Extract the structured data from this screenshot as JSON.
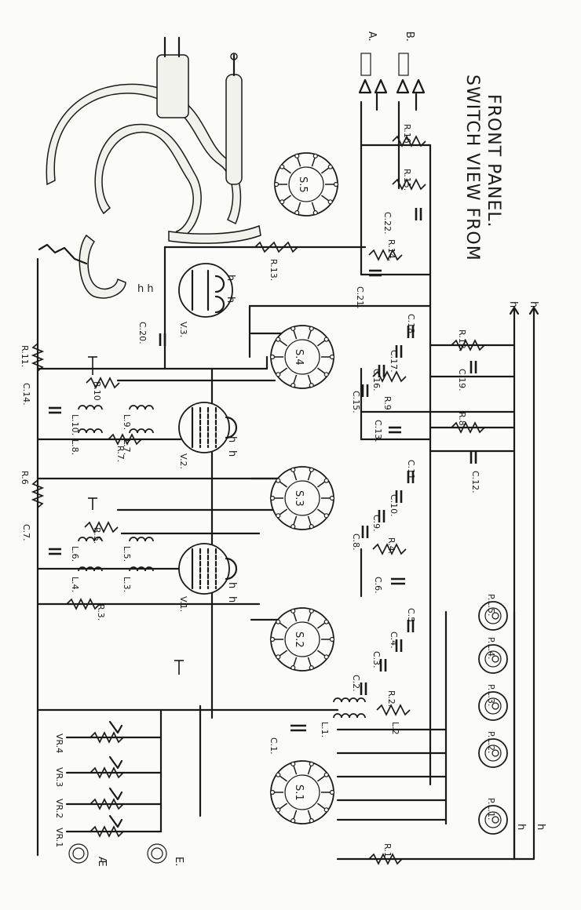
{
  "diagram": {
    "caption": [
      "SWITCH VIEW FROM",
      "FRONT PANEL."
    ],
    "terminals": {
      "aerial": "Æ",
      "earth": "E.",
      "out_a": "A.",
      "out_b": "B.",
      "heater_a": "h",
      "heater_b": "h"
    },
    "switches": [
      "S.1",
      "S.2",
      "S.3",
      "S.4",
      "S.5"
    ],
    "valves": [
      "V.1.",
      "V.2.",
      "V.3."
    ],
    "variable_resistors": [
      "VR.1",
      "VR.2",
      "VR.3",
      "VR.4"
    ],
    "resistors": [
      "R.1.",
      "R.2.",
      "R.3.",
      "R.4.",
      "R.5.",
      "R.6",
      "R.7.",
      "R.8.",
      "R.9.",
      "R.10",
      "R.11.",
      "R.12.",
      "R.13.",
      "R.14.",
      "R.15.",
      "R.16."
    ],
    "capacitors": [
      "C.1.",
      "C.2.",
      "C.3.",
      "C.4.",
      "C.5.",
      "C.6.",
      "C.7.",
      "C.8.",
      "C.9.",
      "C.10.",
      "C.11.",
      "C.12.",
      "C.13.",
      "C.14.",
      "C.15.",
      "C.16.",
      "C.17.",
      "C.18.",
      "C.19.",
      "C.20.",
      "C.21.",
      "C.22."
    ],
    "coils": [
      "L.1.",
      "L.2",
      "L.3.",
      "L.4.",
      "L.5.",
      "L.6.",
      "L.7.",
      "L.8.",
      "L.9.",
      "L.10."
    ],
    "pilot_lamps": [
      "P.L.1.",
      "P.L.2.",
      "P.L.3.",
      "P.L.4.",
      "P.L.5."
    ],
    "heater_labels": [
      "h",
      "h",
      "h",
      "h",
      "h",
      "h",
      "h",
      "h",
      "h",
      "h",
      "h",
      "h"
    ]
  }
}
